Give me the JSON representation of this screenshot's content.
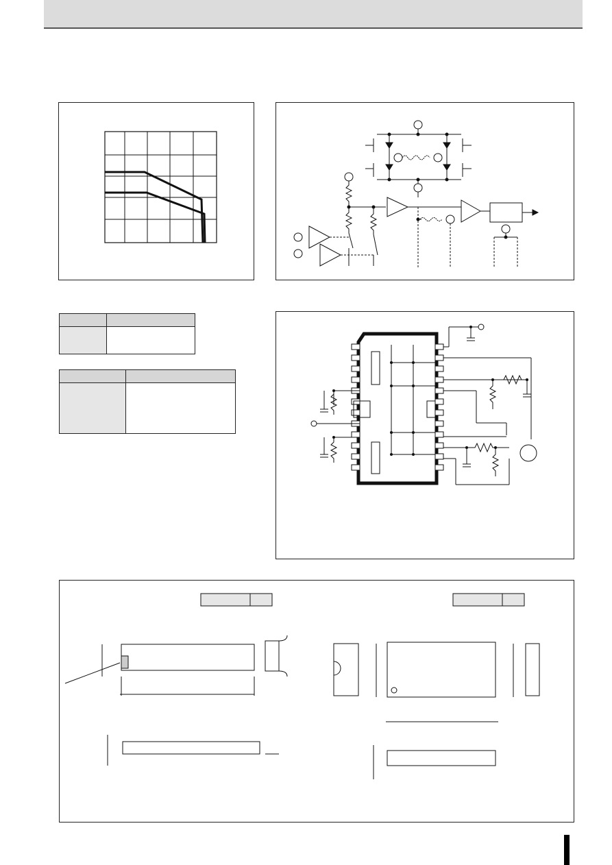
{
  "page": {
    "header_bar_color": "#dcdcdc",
    "accent_color": "#000000"
  },
  "panels": [
    {
      "name": "derating-graph-panel",
      "content": "graph-grid"
    },
    {
      "name": "block-diagram-panel",
      "content": "circuit-schematic"
    },
    {
      "name": "application-circuit-panel",
      "content": "ic-application-schematic"
    },
    {
      "name": "package-outline-panel",
      "content": "dip-and-sop-mechanical-drawings"
    }
  ],
  "tables": {
    "upper": {
      "columns": 2,
      "rows": 1
    },
    "lower": {
      "columns": 2,
      "rows": 1
    }
  },
  "icons": [
    "graph-grid-icon",
    "circuit-icon",
    "ic-package-icon"
  ]
}
